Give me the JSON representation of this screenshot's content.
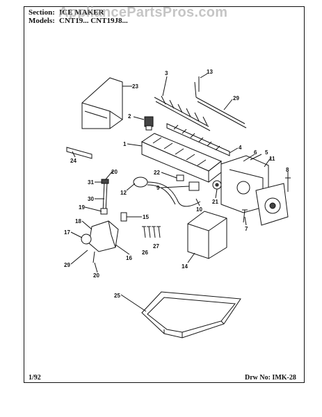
{
  "header": {
    "section_label": "Section:",
    "section_value": "ICE MAKER",
    "models_label": "Models:",
    "models_value": "CNT19... CNT19J8..."
  },
  "watermark": "AppliancePartsPros.com",
  "footer": {
    "date": "1/92",
    "drawing_number": "Drw No: IMK-28"
  },
  "callouts": {
    "c1": "1",
    "c2": "2",
    "c3": "3",
    "c4": "4",
    "c5": "5",
    "c6": "6",
    "c7": "7",
    "c8": "8",
    "c9": "9",
    "c10": "10",
    "c11": "11",
    "c12": "12",
    "c13": "13",
    "c14": "14",
    "c15": "15",
    "c16": "16",
    "c17": "17",
    "c18": "18",
    "c19": "19",
    "c20a": "20",
    "c20b": "20",
    "c21": "21",
    "c22": "22",
    "c23": "23",
    "c24": "24",
    "c25": "25",
    "c26": "26",
    "c27": "27",
    "c29a": "29",
    "c29b": "29",
    "c30": "30",
    "c31": "31"
  }
}
